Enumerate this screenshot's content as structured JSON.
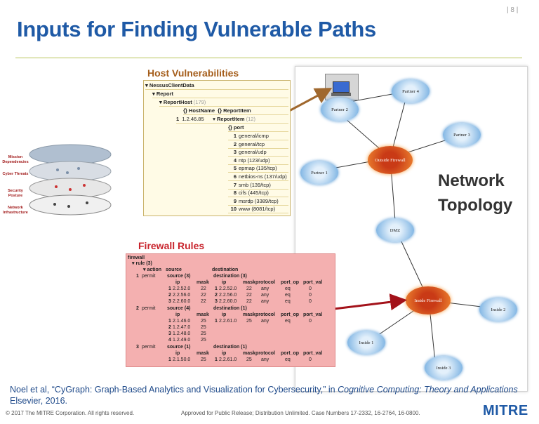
{
  "slide": {
    "title": "Inputs for Finding Vulnerable Paths",
    "page_number": "| 8 |",
    "network_label_line1": "Network",
    "network_label_line2": "Topology"
  },
  "layers": {
    "labels": [
      "Mission Dependencies",
      "Cyber Threats",
      "Security Posture",
      "Network Infrastructure"
    ]
  },
  "host_vulnerabilities": {
    "title": "Host Vulnerabilities",
    "root": "NessusClientData",
    "report": "Report",
    "report_host": "ReportHost",
    "report_host_count": "(179)",
    "col_hostname": "HostName",
    "col_reportitem": "ReportItem",
    "row_index": "1",
    "hostname": "1.2.46.85",
    "reportitem_label": "ReportItem",
    "reportitem_count": "(12)",
    "port_header": "port",
    "ports": [
      {
        "n": "1",
        "v": "general/icmp"
      },
      {
        "n": "2",
        "v": "general/tcp"
      },
      {
        "n": "3",
        "v": "general/udp"
      },
      {
        "n": "4",
        "v": "ntp (123/udp)"
      },
      {
        "n": "5",
        "v": "epmap (135/tcp)"
      },
      {
        "n": "6",
        "v": "netbios-ns (137/udp)"
      },
      {
        "n": "7",
        "v": "smb (139/tcp)"
      },
      {
        "n": "8",
        "v": "cifs (445/tcp)"
      },
      {
        "n": "9",
        "v": "msrdp (3389/tcp)"
      },
      {
        "n": "10",
        "v": "www (8081/tcp)"
      }
    ]
  },
  "firewall_rules": {
    "title": "Firewall Rules",
    "root": "firewall",
    "rule_label": "rule (3)",
    "col_action": "action",
    "col_source": "source",
    "col_destination": "destination",
    "rules": [
      {
        "idx": "1",
        "action": "permit",
        "source_label": "source (3)",
        "dest_label": "destination (3)",
        "sources": [
          [
            "1",
            "2.2.52.0",
            "22"
          ],
          [
            "2",
            "2.2.56.0",
            "22"
          ],
          [
            "3",
            "2.2.60.0",
            "22"
          ]
        ],
        "dests": [
          [
            "1",
            "2.2.52.0",
            "22",
            "any",
            "eq",
            "0"
          ],
          [
            "2",
            "2.2.56.0",
            "22",
            "any",
            "eq",
            "0"
          ],
          [
            "3",
            "2.2.60.0",
            "22",
            "any",
            "eq",
            "0"
          ]
        ]
      },
      {
        "idx": "2",
        "action": "permit",
        "source_label": "source (4)",
        "dest_label": "destination (1)",
        "sources": [
          [
            "1",
            "2.1.46.0",
            "25"
          ],
          [
            "2",
            "1.2.47.0",
            "25"
          ],
          [
            "3",
            "1.2.48.0",
            "25"
          ],
          [
            "4",
            "1.2.49.0",
            "25"
          ]
        ],
        "dests": [
          [
            "1",
            "2.2.61.0",
            "25",
            "any",
            "eq",
            "0"
          ]
        ]
      },
      {
        "idx": "3",
        "action": "permit",
        "source_label": "source (1)",
        "dest_label": "destination (1)",
        "sources": [
          [
            "1",
            "2.1.50.0",
            "25"
          ]
        ],
        "dests": [
          [
            "1",
            "2.2.61.0",
            "25",
            "any",
            "eq",
            "0"
          ]
        ]
      }
    ],
    "sub_headers": {
      "ip": "ip",
      "mask": "mask",
      "protocol": "protocol",
      "port_op": "port_op",
      "port_val": "port_val"
    }
  },
  "network": {
    "nodes": [
      "Partner 4",
      "Partner 2",
      "Partner 3",
      "Partner 1",
      "Outside Firewall",
      "DMZ",
      "Inside Firewall",
      "Inside 2",
      "Inside 1",
      "Inside 3"
    ]
  },
  "citation": {
    "pre": "Noel et al, “CyGraph: Graph-Based Analytics and Visualization for Cybersecurity,” in ",
    "italic": "Cognitive Computing: Theory and Applications",
    "post": " Elsevier, 2016."
  },
  "footer": {
    "copyright": "© 2017 The MITRE Corporation. All rights reserved.",
    "approval": "Approved for Public Release; Distribution Unlimited. Case Numbers 17-2332, 16-2764, 16-0800.",
    "logo": "MITRE"
  },
  "colors": {
    "title_blue": "#1f5aa6",
    "host_title": "#a55e1c",
    "firewall_title": "#c8232c",
    "firewall_bg": "#f4b0b0",
    "host_bg": "#fffbe6"
  }
}
